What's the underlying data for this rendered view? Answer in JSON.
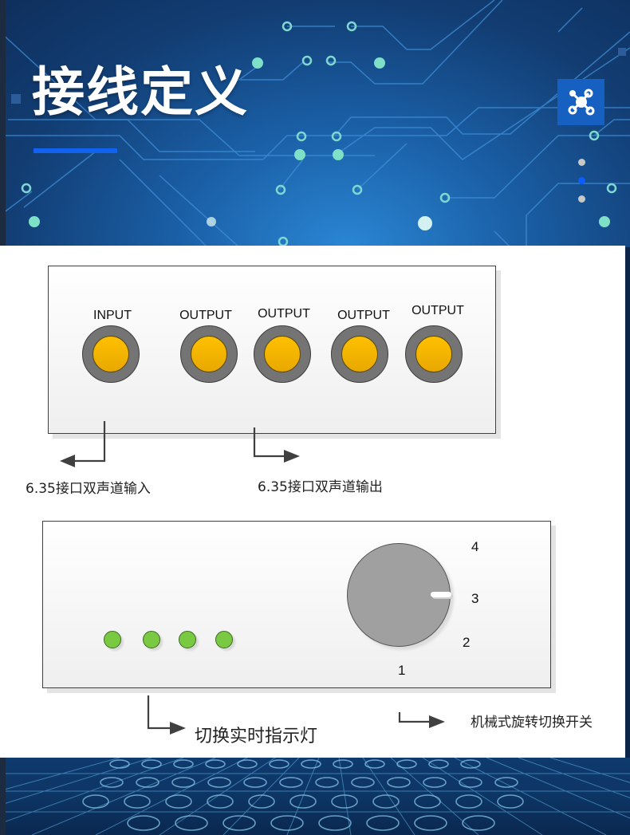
{
  "banner": {
    "title": "接线定义",
    "accent_color": "#1262f0",
    "icon": "network-hub-icon",
    "pager": {
      "count": 3,
      "active_index": 1
    }
  },
  "top_panel": {
    "jacks": [
      {
        "label": "INPUT",
        "type": "input"
      },
      {
        "label": "OUTPUT",
        "type": "output"
      },
      {
        "label": "OUTPUT",
        "type": "output"
      },
      {
        "label": "OUTPUT",
        "type": "output"
      },
      {
        "label": "OUTPUT",
        "type": "output"
      }
    ],
    "jack_color": "#ffc000",
    "captions": {
      "input": "6.35接口双声道输入",
      "output": "6.35接口双声道输出"
    }
  },
  "bottom_panel": {
    "indicator_count": 4,
    "indicator_color": "#7ac943",
    "knob_positions": [
      "1",
      "2",
      "3",
      "4"
    ],
    "knob_selected": "3",
    "captions": {
      "indicators": "切换实时指示灯",
      "knob": "机械式旋转切换开关"
    }
  }
}
